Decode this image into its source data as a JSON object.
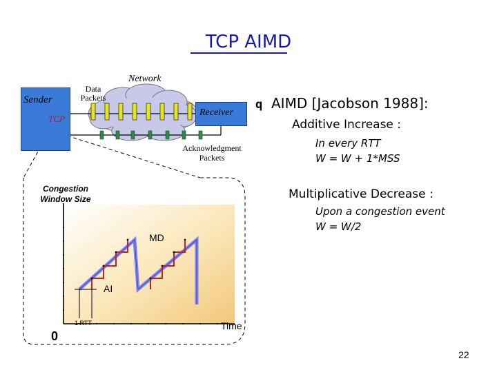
{
  "slide": {
    "title": "TCP AIMD",
    "page_number": "22"
  },
  "network": {
    "network_label": "Network",
    "sender_label": "Sender",
    "tcp_label": "TCP",
    "data_packets_label": "Data\nPackets",
    "receiver_label": "Receiver",
    "ack_label": "Acknowledgment\nPackets"
  },
  "graph": {
    "ylabel": "Congestion\nWindow Size",
    "origin_label": "0",
    "xlabel": "Time",
    "md_label": "MD",
    "ai_label": "AI",
    "rtt_label": "1 RTT"
  },
  "aimd": {
    "bullet_glyph": "q",
    "heading": "AIMD [Jacobson 1988]:",
    "additive_title": "Additive Increase :",
    "additive_line1": "In every RTT",
    "additive_line2": "W = W + 1*MSS",
    "multiplicative_title": "Multiplicative Decrease :",
    "multiplicative_line1": "Upon a congestion event",
    "multiplicative_line2": "W = W/2"
  },
  "colors": {
    "title": "#1a1aa8",
    "host_box": "#3a7ad8",
    "data_packet": "#e6e61a",
    "ack_packet": "#2e8a4a",
    "cloud": "#c8c8e8",
    "graph_fill": "#fbe6b8",
    "sawtooth": "#7f86ee",
    "step_marker": "#c81e1e"
  }
}
